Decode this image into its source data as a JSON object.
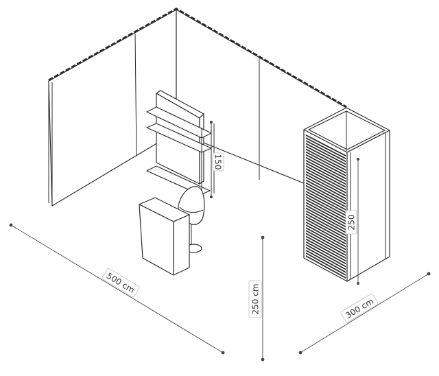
{
  "dimensions": {
    "width_label": "500 cm",
    "height_label": "250 cm",
    "depth_label": "300 cm",
    "cabin_height_label": "250",
    "shelf_height_label": "150"
  },
  "colors": {
    "line": "#2b2b2b",
    "dimension": "#555555",
    "label_border": "#bdbdbd",
    "background": "#ffffff"
  }
}
